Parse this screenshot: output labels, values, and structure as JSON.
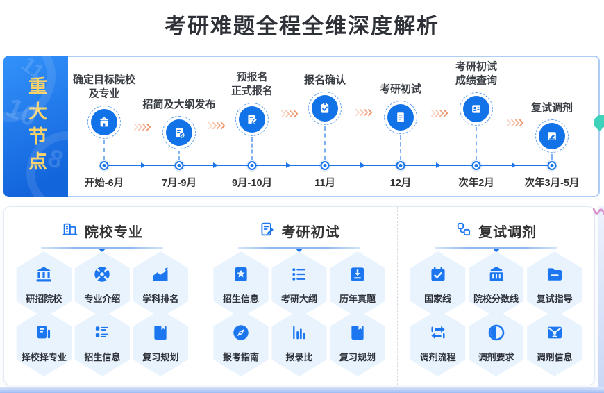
{
  "page": {
    "title": "考研难题全程全维深度解析"
  },
  "colors": {
    "accent_blue": "#1b74e8",
    "panel_blue_gradient": [
      "#3392fa",
      "#1365dc"
    ],
    "side_label_yellow": "#f9d36a",
    "hexagon_bg": "#e9f3fd",
    "chevron_orange": "#ef8f63",
    "deco_teal": "#3ed2ba",
    "deco_pink": "#d795cf"
  },
  "timeline": {
    "side_label": "重大节点",
    "nodes": [
      {
        "label": "确定目标院校\n及专业",
        "date": "开始-6月",
        "icon": "school-building-icon"
      },
      {
        "label": "招简及大纲发布",
        "date": "7月-9月",
        "icon": "doc-check-icon"
      },
      {
        "label": "预报名\n正式报名",
        "date": "9月-10月",
        "icon": "doc-edit-icon"
      },
      {
        "label": "报名确认",
        "date": "11月",
        "icon": "clipboard-check-icon"
      },
      {
        "label": "考研初试",
        "date": "12月",
        "icon": "exam-doc-icon"
      },
      {
        "label": "考研初试\n成绩查询",
        "date": "次年2月",
        "icon": "score-card-icon"
      },
      {
        "label": "复试调剂",
        "date": "次年3月-5月",
        "icon": "book-pencil-icon"
      }
    ]
  },
  "sections": [
    {
      "title": "院校专业",
      "icon": "buildings-icon",
      "items": [
        {
          "label": "研招院校",
          "icon": "bank-icon"
        },
        {
          "label": "专业介绍",
          "icon": "major-wheel-icon"
        },
        {
          "label": "学科排名",
          "icon": "trend-chart-icon"
        },
        {
          "label": "择校择专业",
          "icon": "documents-icon"
        },
        {
          "label": "招生信息",
          "icon": "list-icon"
        },
        {
          "label": "复习规划",
          "icon": "book-icon"
        }
      ]
    },
    {
      "title": "考研初试",
      "icon": "doc-pen-icon",
      "items": [
        {
          "label": "招生信息",
          "icon": "bookmark-star-icon"
        },
        {
          "label": "考研大纲",
          "icon": "outline-list-icon"
        },
        {
          "label": "历年真题",
          "icon": "download-box-icon"
        },
        {
          "label": "报考指南",
          "icon": "compass-icon"
        },
        {
          "label": "报录比",
          "icon": "bar-chart-icon"
        },
        {
          "label": "复习规划",
          "icon": "book-icon"
        }
      ]
    },
    {
      "title": "复试调剂",
      "icon": "route-icon",
      "items": [
        {
          "label": "国家线",
          "icon": "calendar-check-icon"
        },
        {
          "label": "院校分数线",
          "icon": "school-icon"
        },
        {
          "label": "复试指导",
          "icon": "folder-icon"
        },
        {
          "label": "调剂流程",
          "icon": "transfer-icon"
        },
        {
          "label": "调剂要求",
          "icon": "contrast-icon"
        },
        {
          "label": "调剂信息",
          "icon": "mail-user-icon"
        }
      ]
    }
  ]
}
